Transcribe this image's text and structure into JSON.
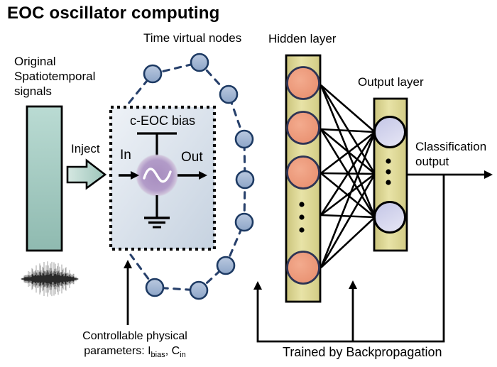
{
  "title": "EOC oscillator computing",
  "labels": {
    "time_virtual_nodes": "Time virtual nodes",
    "original_line1": "Original",
    "original_line2": "Spatiotemporal",
    "original_line3": "signals",
    "inject": "Inject",
    "c_eoc_bias": "c-EOC bias",
    "in_label": "In",
    "out_label": "Out",
    "hidden_layer": "Hidden layer",
    "output_layer": "Output layer",
    "classification_line1": "Classification",
    "classification_line2": "output",
    "controllable_line1": "Controllable physical",
    "controllable_prefix": "parameters:  I",
    "controllable_sub_bias": "bias",
    "controllable_mid": ", C",
    "controllable_sub_in": "in",
    "trained": "Trained by Backpropagation"
  },
  "structure": {
    "virtual_nodes_count": 9,
    "hidden_nodes_visible": 4,
    "output_nodes_visible": 2,
    "hidden_to_output_connections": 15
  },
  "colors": {
    "teal_light": "#badbd3",
    "teal_dark": "#8fbab0",
    "inject_light": "#d6e8e2",
    "inject_dark": "#9cc5ba",
    "box_light": "#eef2f7",
    "box_dark": "#c6d2e0",
    "node_light": "#bac9e0",
    "node_dark": "#8da5c7",
    "node_border": "#1d3a63",
    "osc_center": "#a78dbf",
    "osc_mid": "#b29bc8",
    "osc_edge": "#cfc3db",
    "khaki_a": "#cbc47c",
    "khaki_b": "#e8e3a7",
    "khaki_c": "#d2cb84",
    "hidden_light": "#f3ab8e",
    "hidden_dark": "#e88f6f",
    "hidden_border": "#2e3454",
    "output_light": "#c3c5e6",
    "output_dark": "#e2e2f3",
    "line_black": "#000000"
  }
}
